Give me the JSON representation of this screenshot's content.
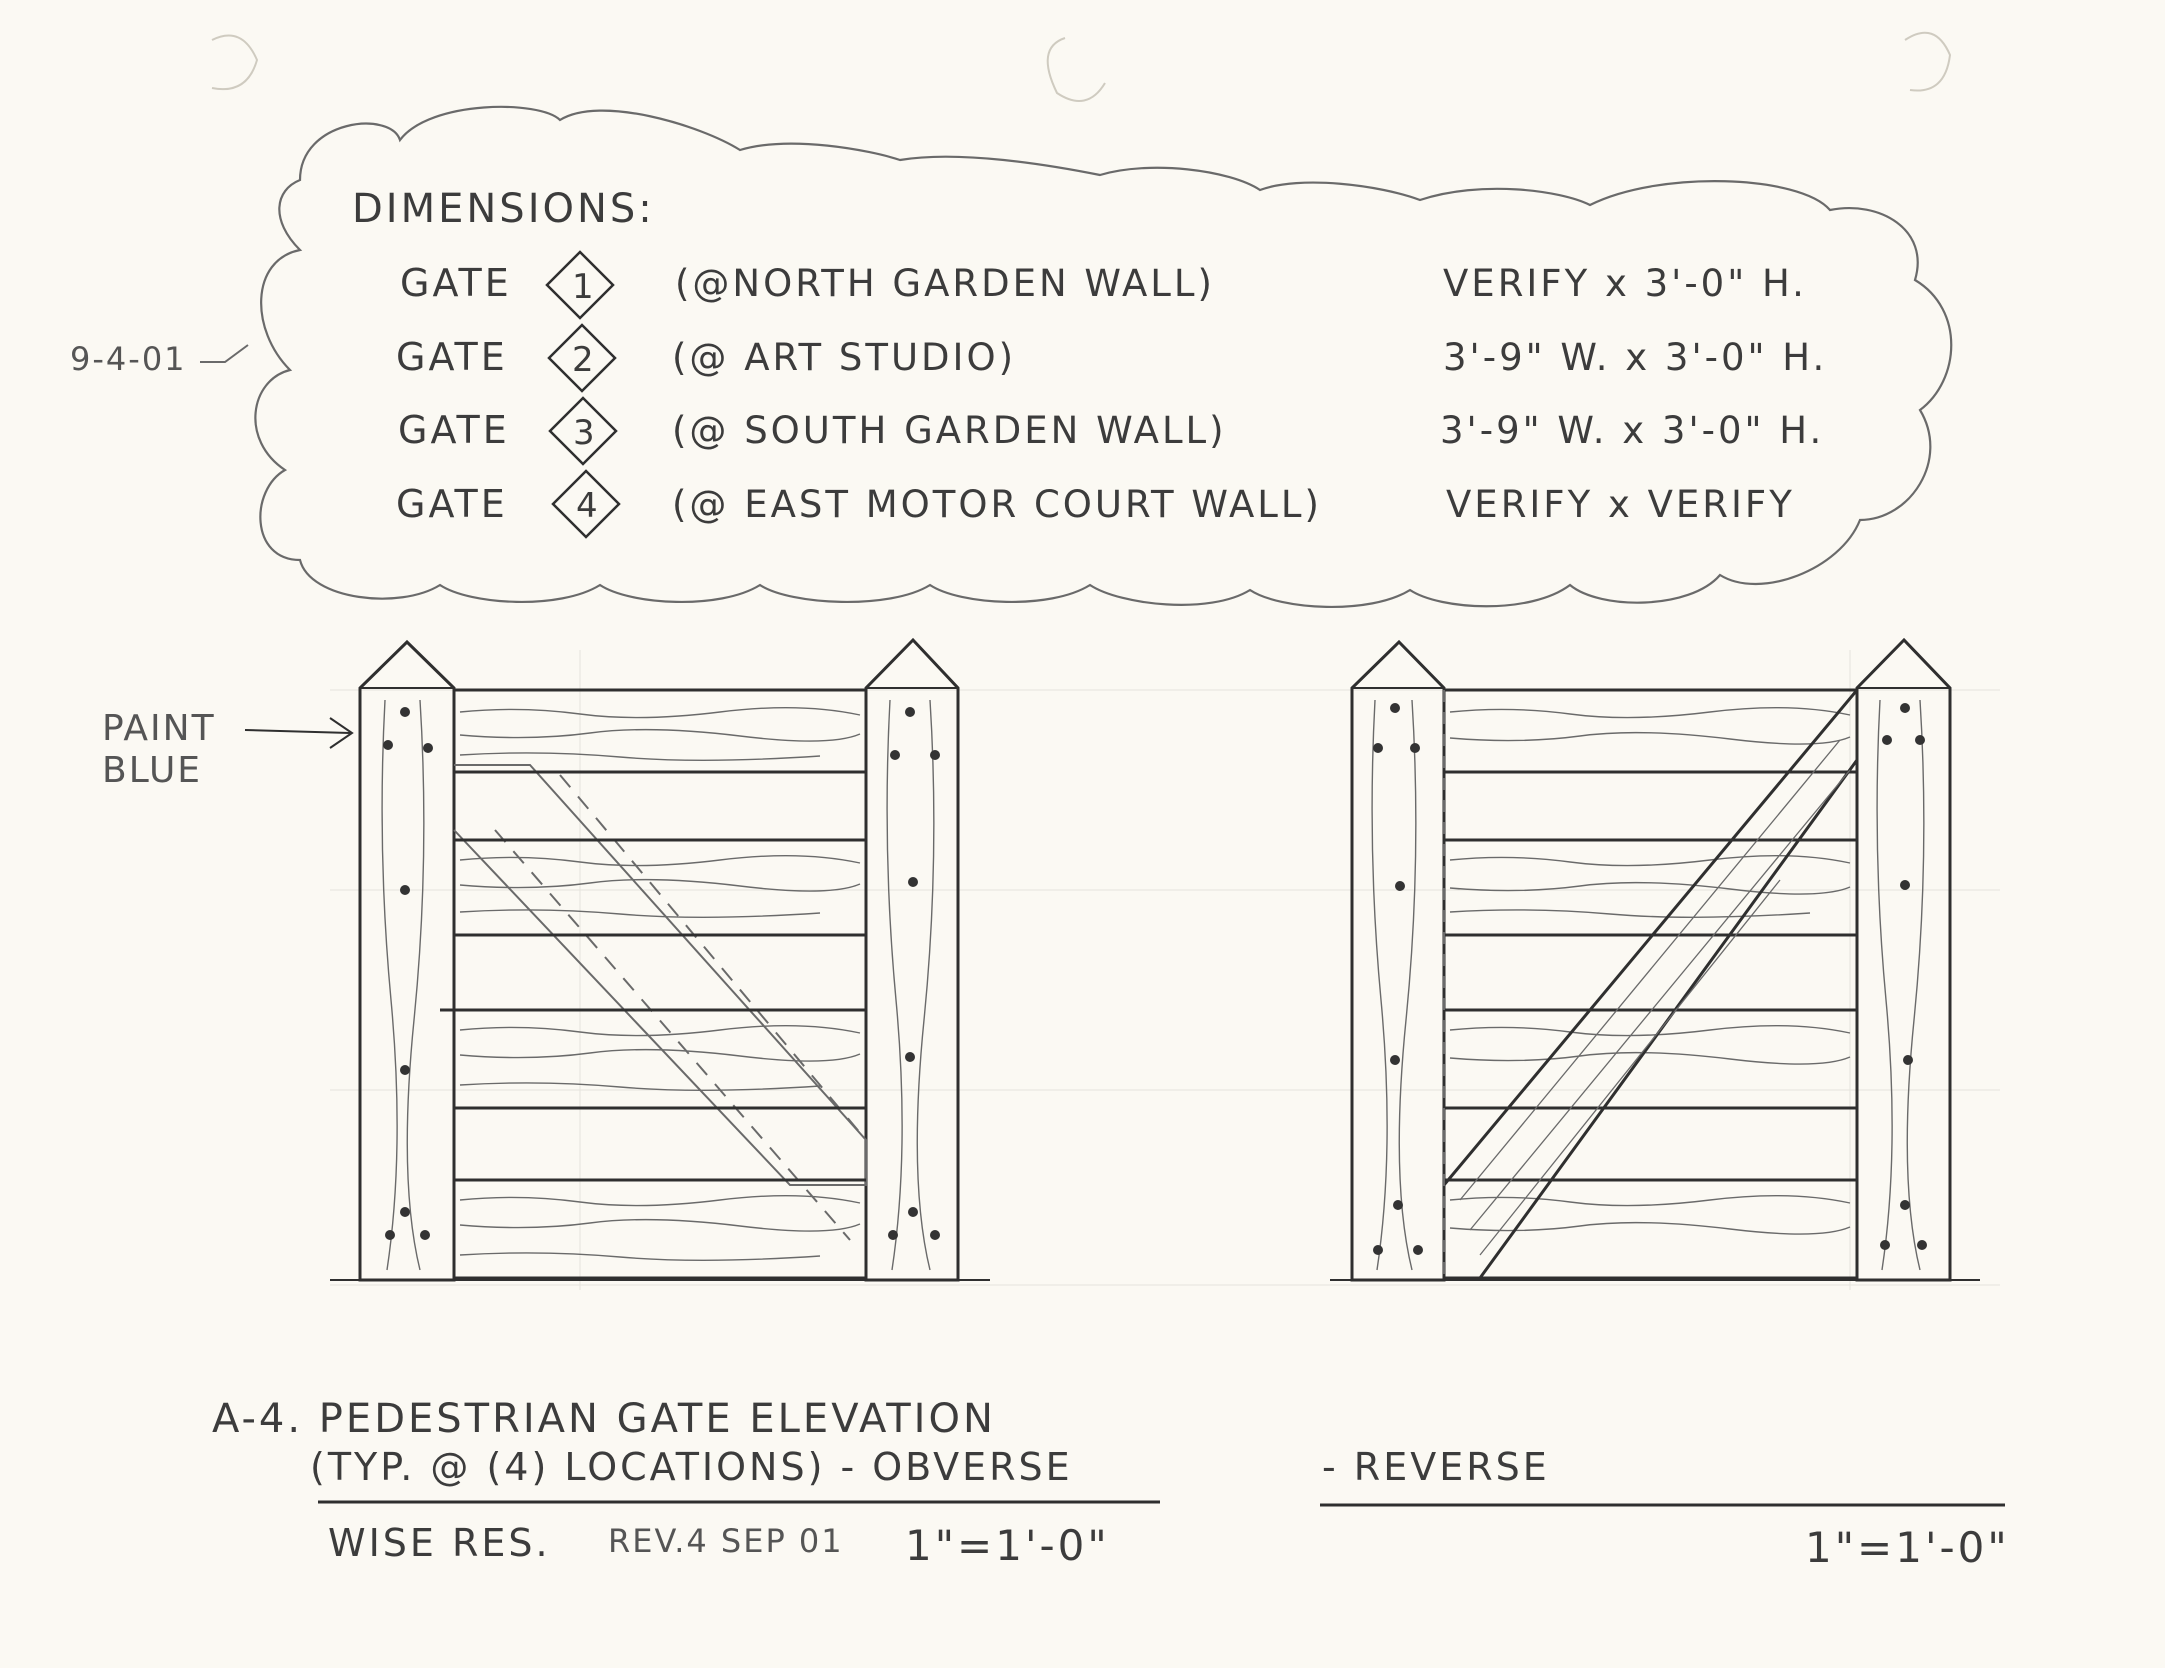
{
  "revision_note": "9-4-01",
  "dimensions": {
    "heading": "DIMENSIONS:",
    "gates": [
      {
        "label": "GATE",
        "number": "1",
        "location": "(@NORTH GARDEN WALL)",
        "size": "VERIFY x 3'-0\" H."
      },
      {
        "label": "GATE",
        "number": "2",
        "location": "(@ ART STUDIO)",
        "size": "3'-9\" W. x 3'-0\" H."
      },
      {
        "label": "GATE",
        "number": "3",
        "location": "(@ SOUTH GARDEN WALL)",
        "size": "3'-9\" W. x 3'-0\" H."
      },
      {
        "label": "GATE",
        "number": "4",
        "location": "(@ EAST MOTOR COURT WALL)",
        "size": "VERIFY x VERIFY"
      }
    ]
  },
  "paint_note": {
    "line1": "PAINT",
    "line2": "BLUE"
  },
  "title_block": {
    "line1": "A-4. PEDESTRIAN GATE ELEVATION",
    "line2": "(TYP. @ (4) LOCATIONS) - OBVERSE",
    "reverse_label": "- REVERSE",
    "project": "WISE RES.",
    "revision": "REV.4 SEP 01",
    "scale_left": "1\"=1'-0\"",
    "scale_right": "1\"=1'-0\""
  }
}
